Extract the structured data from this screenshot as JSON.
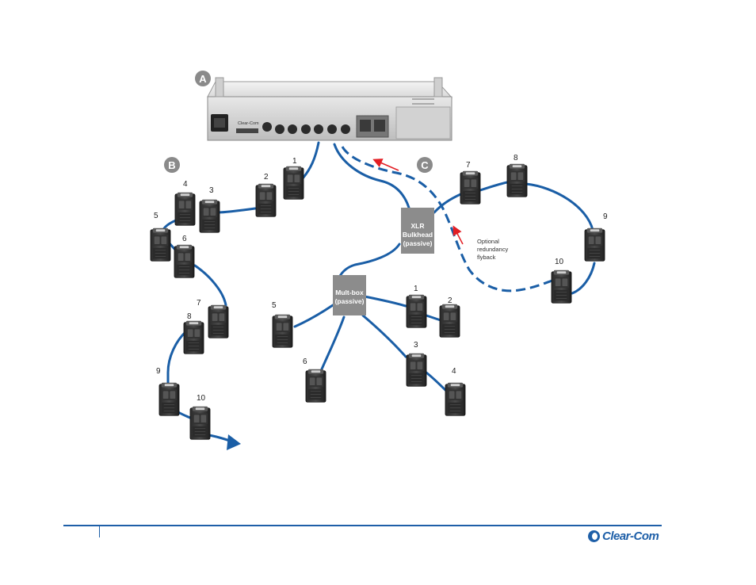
{
  "badges": {
    "a": "A",
    "b": "B",
    "c": "C"
  },
  "device": {
    "brand_label": "Clear-Com"
  },
  "boxes": {
    "xlr_line1": "XLR",
    "xlr_line2": "Bulkhead",
    "xlr_line3": "(passive)",
    "mult_line1": "Mult-box",
    "mult_line2": "(passive)"
  },
  "note": {
    "line1": "Optional",
    "line2": "redundancy",
    "line3": "flyback"
  },
  "chain_b": [
    "1",
    "2",
    "3",
    "4",
    "5",
    "6",
    "7",
    "8",
    "9",
    "10"
  ],
  "star_mult": [
    "1",
    "2",
    "3",
    "4",
    "5",
    "6"
  ],
  "loop_c": [
    "7",
    "8",
    "9",
    "10"
  ],
  "footer": {
    "logo_text": "Clear-Com"
  },
  "colors": {
    "cable": "#1a5ea6",
    "badge": "#8a8a8a",
    "box": "#8c8c8c",
    "arrow": "#e31e24"
  }
}
